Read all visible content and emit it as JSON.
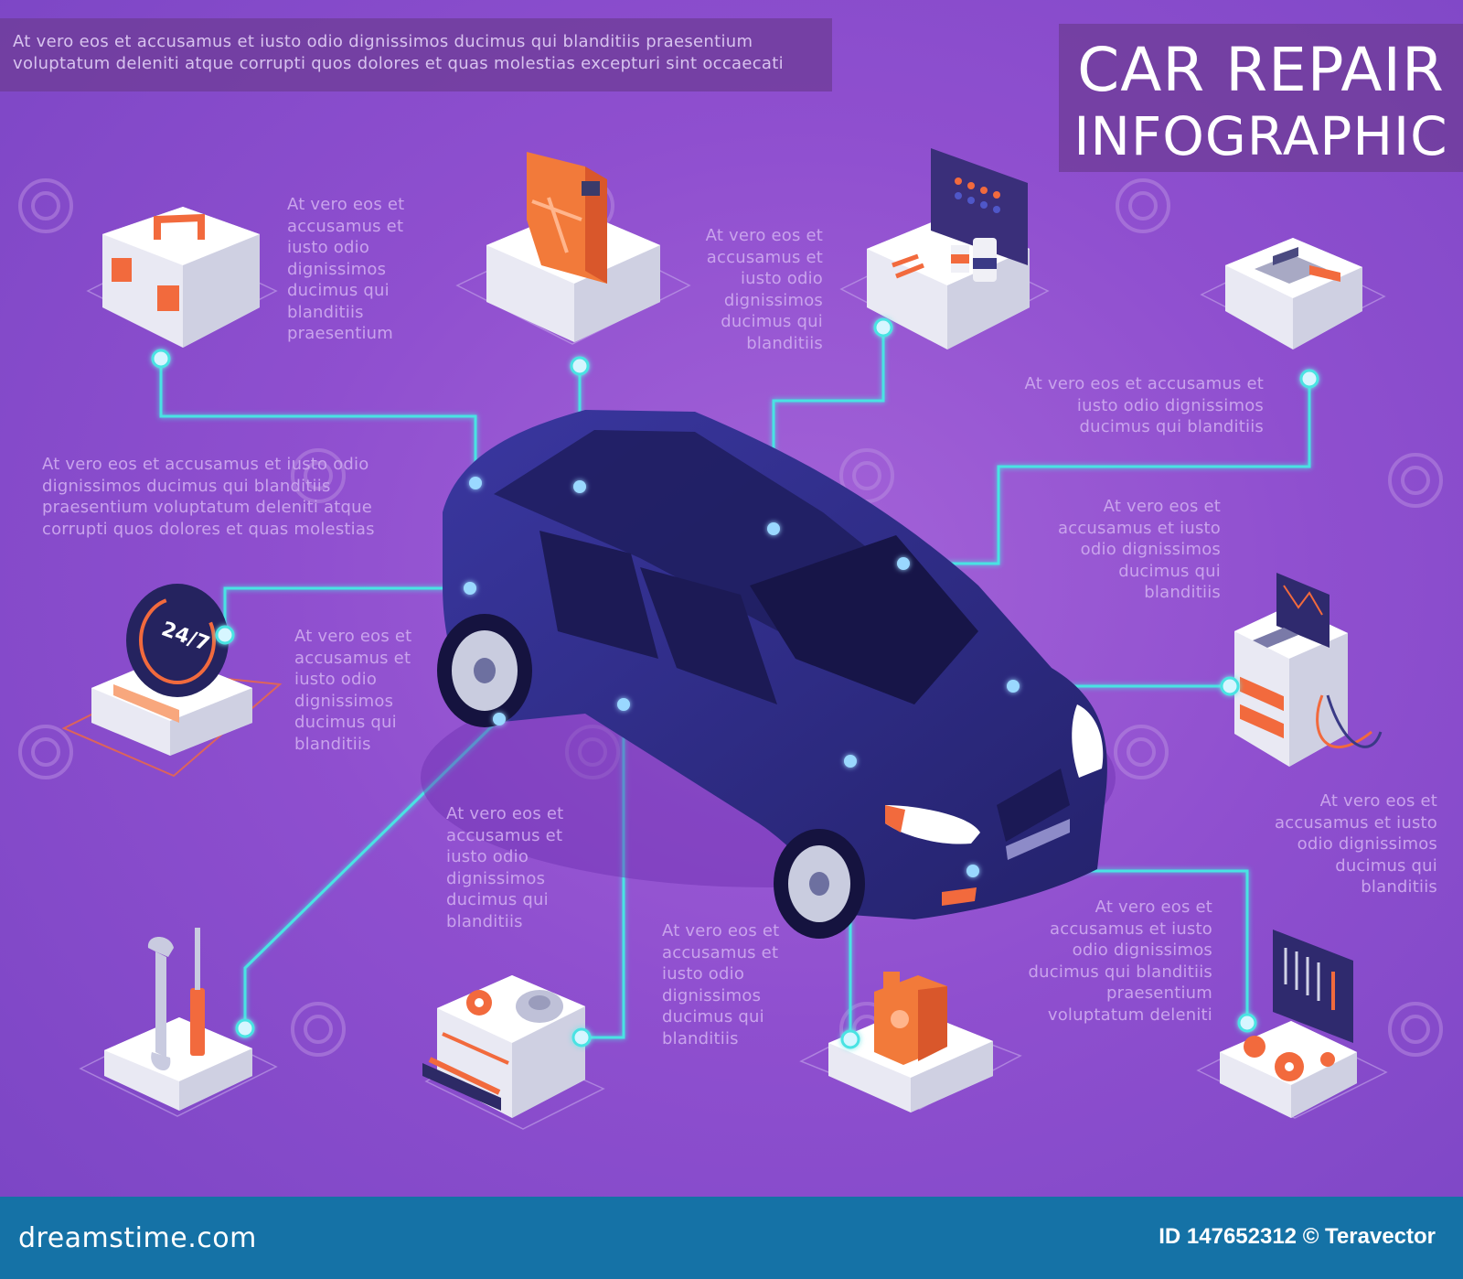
{
  "header": {
    "intro_text": "At vero eos et accusamus et iusto odio dignissimos ducimus qui blanditiis praesentium voluptatum deleniti atque corrupti quos dolores et quas molestias excepturi sint occaecati",
    "title_line1": "CAR REPAIR",
    "title_line2": "INFOGRAPHIC"
  },
  "notes": {
    "toolbox": "At vero eos et\naccusamus et\niusto odio\ndignissimos\nducimus qui\nblanditiis\npraesentium",
    "fuel": "At vero eos et\naccusamus et\niusto odio\ndignissimos\nducimus qui\nblanditiis",
    "topright": "At vero eos et accusamus et\niusto odio dignissimos\nducimus qui blanditiis",
    "left_long": "At vero eos et accusamus et iusto odio\ndignissimos ducimus qui blanditiis\npraesentium voluptatum deleniti atque\ncorrupti quos dolores et quas molestias",
    "right_mid": "At vero eos et\naccusamus et iusto\nodio dignissimos\nducimus qui\nblanditiis",
    "clock": "At vero eos et\naccusamus et\niusto odio\ndignissimos\nducimus qui\nblanditiis",
    "right_lower": "At vero eos et\naccusamus et iusto\nodio dignissimos\nducimus qui\nblanditiis",
    "center_lower": "At vero eos et\naccusamus et\niusto odio\ndignissimos\nducimus qui\nblanditiis",
    "bottom_center": "At vero eos et\naccusamus et\niusto odio\ndignissimos\nducimus qui\nblanditiis",
    "bottom_right": "At vero eos et\naccusamus et iusto\nodio dignissimos\nducimus qui blanditiis\npraesentium\nvoluptatum deleniti"
  },
  "icons": {
    "clock_label": "24/7",
    "toolbox": "toolbox-icon",
    "fuel": "fuel-canister-icon",
    "paint": "paint-station-icon",
    "panel": "body-panel-icon",
    "diagnostics": "diagnostic-machine-icon",
    "tools": "wrench-screwdriver-icon",
    "parts": "parts-cabinet-icon",
    "oil": "oil-canister-icon",
    "gears": "gears-board-icon",
    "clock": "clock-24-7-icon",
    "car": "car-icon"
  },
  "colors": {
    "line": "#49e3e3",
    "accent": "#f26a3d",
    "car": "#2f2d86"
  },
  "footer": {
    "brand": "dreamstime.com",
    "stock_id": "ID 147652312 © Teravector"
  }
}
